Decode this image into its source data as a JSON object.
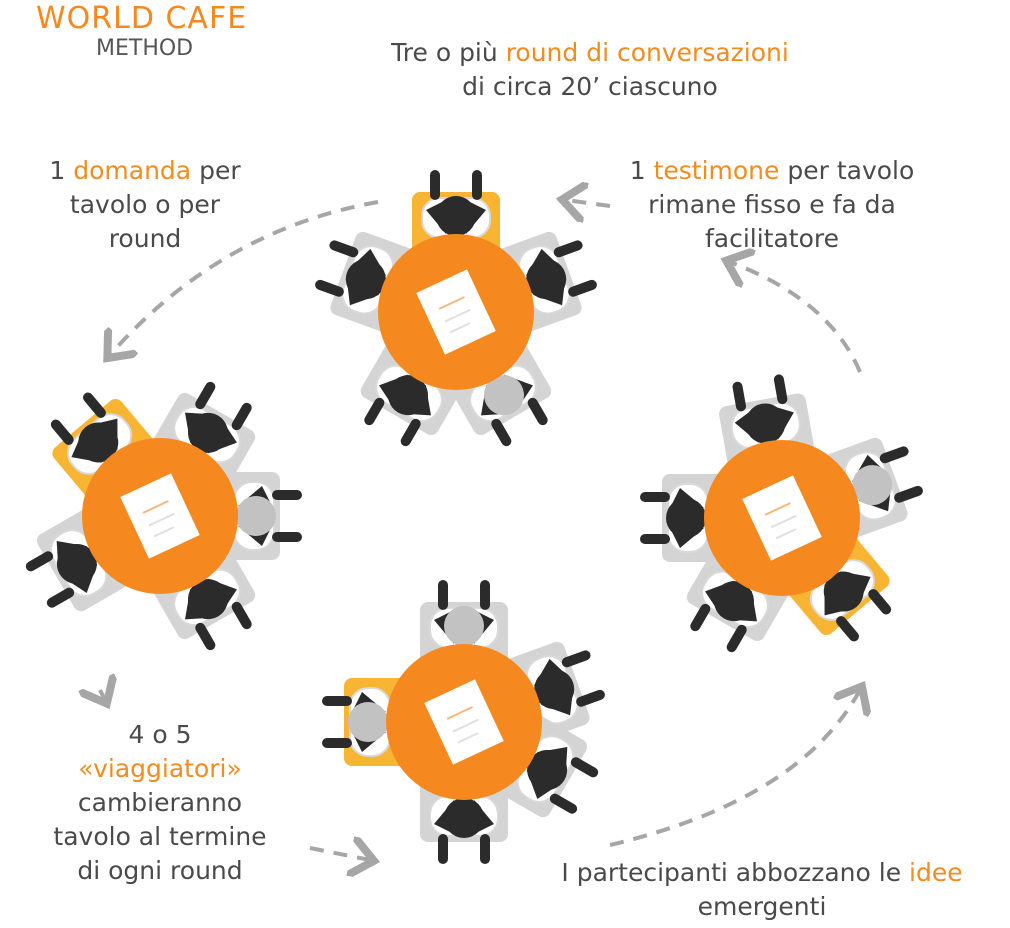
{
  "header": {
    "title": "WORLD CAFE",
    "subtitle": "METHOD"
  },
  "captions": {
    "top": {
      "pre": "Tre o più ",
      "highlight": "round di conversazioni",
      "line2": "di circa 20’ ciascuno"
    },
    "left": {
      "pre": "1 ",
      "highlight": "domanda",
      "post": " per",
      "line2": "tavolo o per",
      "line3": "round"
    },
    "right": {
      "pre": "1 ",
      "highlight": "testimone",
      "post": " per tavolo",
      "line2": "rimane fisso e fa da",
      "line3": "facilitatore"
    },
    "bottom_left": {
      "line1": "4 o 5",
      "highlight": "«viaggiatori»",
      "line3": "cambieranno",
      "line4": "tavolo al termine",
      "line5": "di ogni round"
    },
    "bottom_right": {
      "pre": "I partecipanti abbozzano le ",
      "highlight": "idee",
      "line2": "emergenti"
    }
  },
  "colors": {
    "accent": "#f5891f",
    "table": "#f5891f",
    "host_chair": "#f7b533",
    "chair": "#d4d4d4",
    "person": "#2b2b2b",
    "person_light": "#c2c2c2",
    "arrow": "#a6a6a6"
  }
}
